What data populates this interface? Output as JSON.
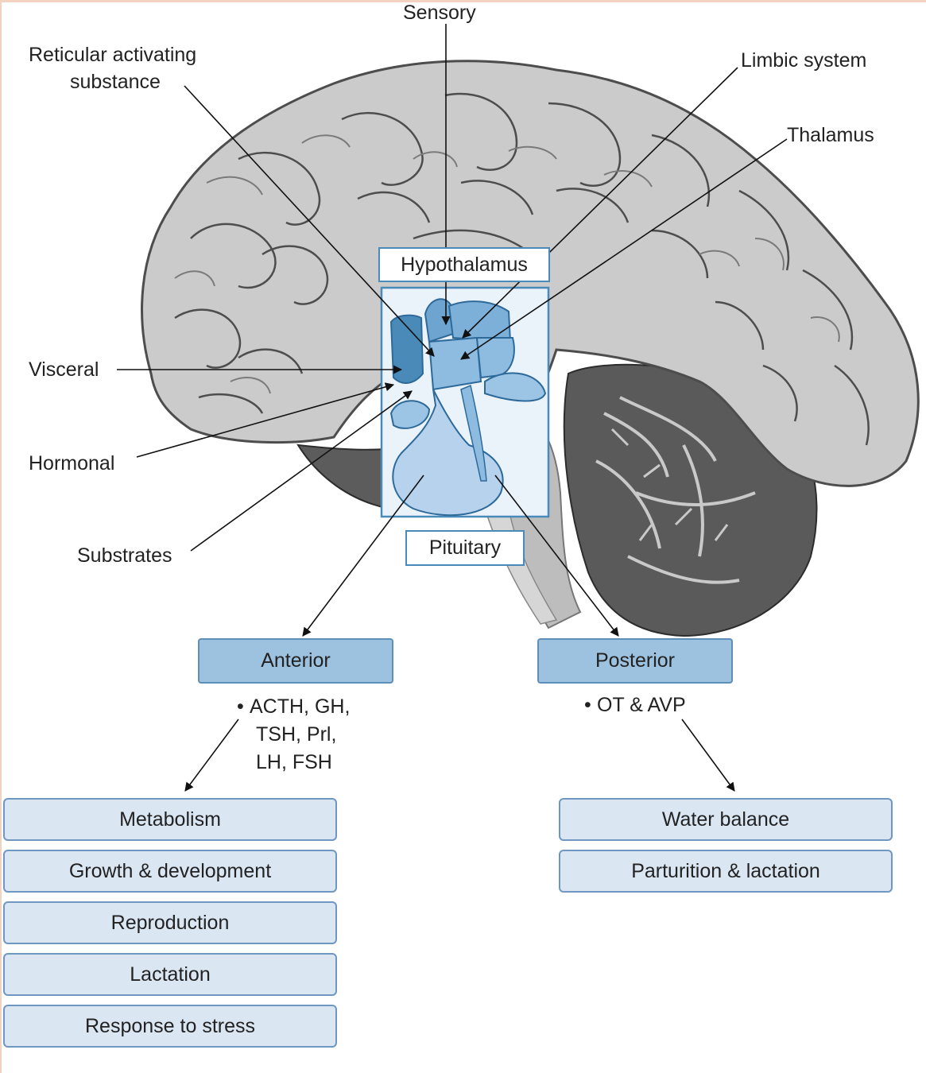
{
  "labels": {
    "sensory": "Sensory",
    "reticular_line1": "Reticular activating",
    "reticular_line2": "substance",
    "limbic": "Limbic system",
    "thalamus": "Thalamus",
    "hypothalamus": "Hypothalamus",
    "visceral": "Visceral",
    "hormonal": "Hormonal",
    "substrates": "Substrates",
    "pituitary": "Pituitary"
  },
  "anterior": {
    "title": "Anterior",
    "hormones": [
      "ACTH, GH,",
      "TSH, Prl,",
      "LH, FSH"
    ],
    "effects": [
      "Metabolism",
      "Growth & development",
      "Reproduction",
      "Lactation",
      "Response to stress"
    ]
  },
  "posterior": {
    "title": "Posterior",
    "hormones": [
      "OT & AVP"
    ],
    "effects": [
      "Water balance",
      "Parturition & lactation"
    ]
  },
  "colors": {
    "brain_fill": "#cbcbcb",
    "brain_fold": "#b3b3b3",
    "cerebellum": "#595959",
    "hypothalamus_blue": "#4a8ab9",
    "pituitary_light": "#b7d2ec",
    "box_blue": "#9cc2e0",
    "effect_box": "#dbe6f3"
  }
}
